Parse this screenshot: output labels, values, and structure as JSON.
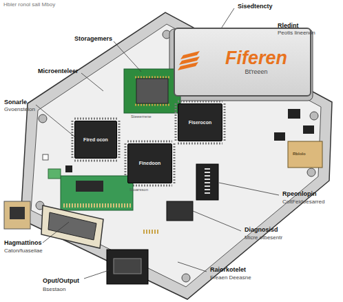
{
  "diagram": {
    "title": "Hbler ronol sall Mboy",
    "nodes": [
      {
        "text": [
          "Fiferen",
          "Bt'reeen"
        ]
      },
      {
        "text": [
          "Fired ocon"
        ]
      },
      {
        "text": [
          "Finedoon"
        ]
      },
      {
        "text": [
          "Fiserocon"
        ]
      }
    ],
    "labels": [
      "Sisedtencty",
      "Rledint",
      "Peotis lineenon",
      "Storagemers",
      "Microenteleer",
      "Sonarle",
      "Gvoensteion",
      "Steeerrene",
      "Rblolo",
      "Stoarsson",
      "Rpeonlopin",
      "ColtFeidoesarred",
      "Diagnosisd",
      "Micre otbesentr",
      "Hagmattinos",
      "Caton/fuaseiiae",
      "Raiorkotelet",
      "Freaen Deeasne",
      "Oput/Output",
      "Bsestaon"
    ]
  }
}
